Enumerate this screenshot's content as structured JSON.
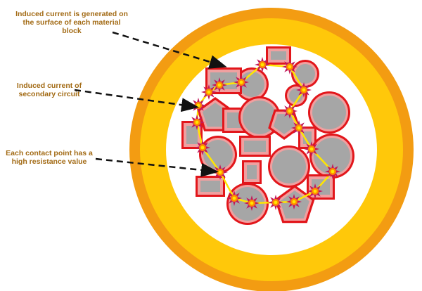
{
  "labels": {
    "surface_current": "Induced current is generated on the surface of each material block",
    "secondary_current": "Induced current of secondary circuit",
    "contact_resistance": "Each contact point has a high resistance value"
  },
  "colors": {
    "outer_ring": "#f39c12",
    "inner_ring": "#ffc80a",
    "block_fill": "#a6a6a6",
    "block_edge": "#e2161b",
    "block_halo": "#f0a0a0",
    "current_path": "#ffe600",
    "spark": "#ff8a00",
    "label_text": "#a26a14",
    "arrow": "#111111"
  }
}
